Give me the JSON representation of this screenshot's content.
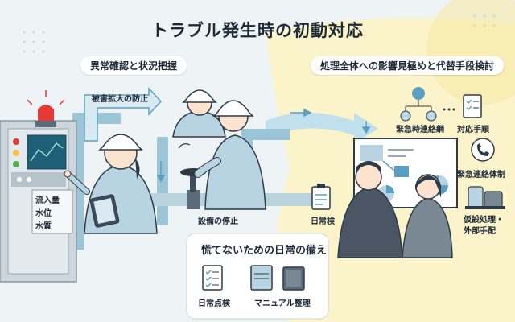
{
  "title": "トラブル発生時の初動対応",
  "sections": {
    "left": "異常確認と状況把握",
    "right": "処理全体への影響見極めと代替手段検討",
    "bottom": "慌てないための日常の備え"
  },
  "labels": {
    "prevent_spread": "被害拡大の防止",
    "stop_equipment": "設備の停止",
    "emergency_network": "緊急時連絡網",
    "response_procedure": "対応手順",
    "emergency_contact": "緊急連絡体制",
    "daily_inspection_right": "日常検",
    "temp_treatment_1": "仮設処理・",
    "temp_treatment_2": "外部手配",
    "daily_check": "日常点検",
    "manual_org": "マニュアル整理"
  },
  "panel_items": [
    "流入量",
    "水位",
    "水質"
  ],
  "colors": {
    "pipe": "#9cc6d8",
    "arrow": "#5a9fc2",
    "alarm": "#e53935",
    "uniform": "#b8d4e3",
    "yellow_bg": "#fbf3c9",
    "dark": "#1e2a38"
  }
}
